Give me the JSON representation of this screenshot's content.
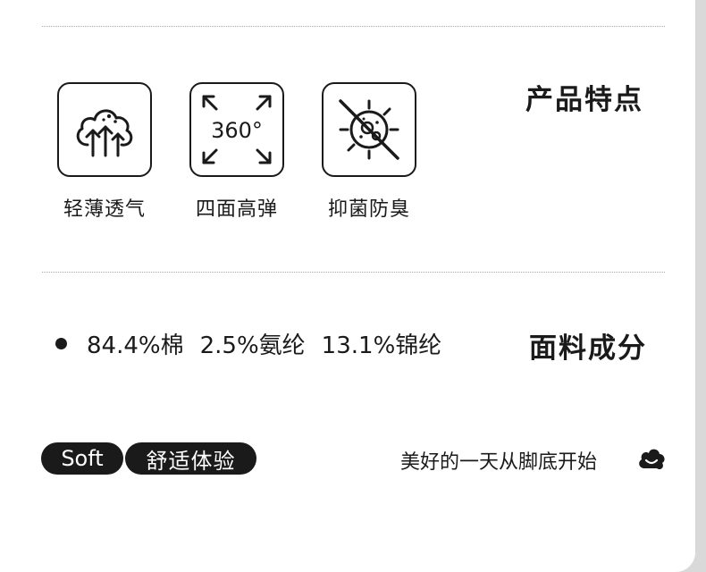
{
  "features": [
    {
      "label": "轻薄透气",
      "icon": "breathable-trees-icon"
    },
    {
      "label": "四面高弹",
      "icon": "four-way-stretch-icon",
      "icon_text": "360°"
    },
    {
      "label": "抑菌防臭",
      "icon": "antibacterial-icon"
    }
  ],
  "section_features_title": "产品特点",
  "fabric": {
    "title": "面料成分",
    "items": [
      "84.4%棉",
      "2.5%氨纶",
      "13.1%锦纶"
    ]
  },
  "tags": {
    "soft": "Soft",
    "comfort": "舒适体验"
  },
  "slogan": "美好的一天从脚底开始",
  "colors": {
    "ink": "#1a1a1a",
    "background": "#ffffff",
    "divider": "#a8a8a8"
  }
}
